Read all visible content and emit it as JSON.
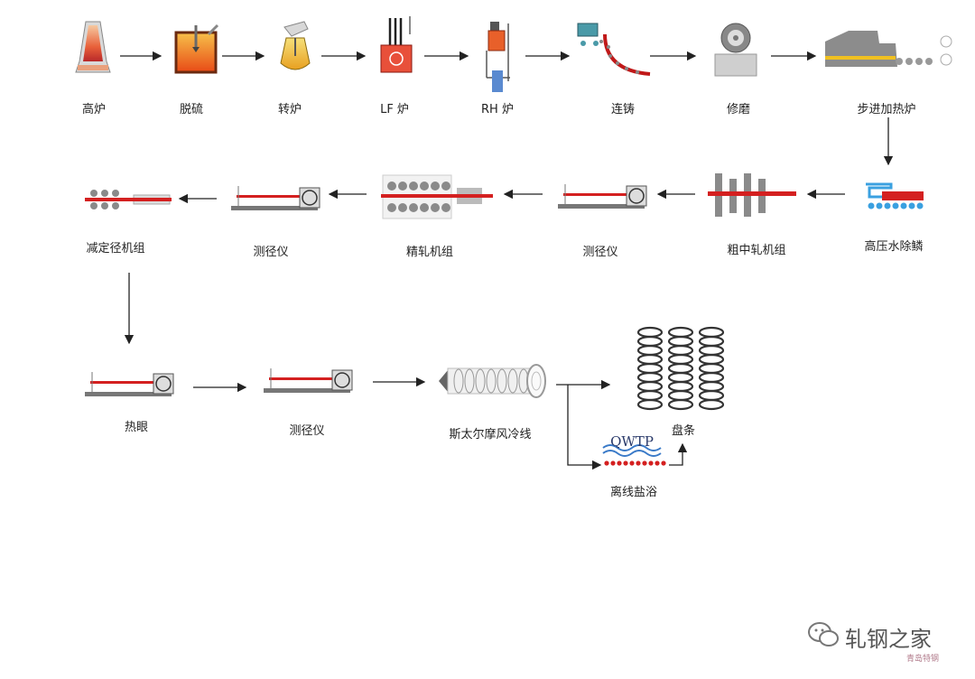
{
  "steps": {
    "blast_furnace": "高炉",
    "desulfurization": "脱硫",
    "converter": "转炉",
    "lf_furnace": "LF 炉",
    "rh_furnace": "RH 炉",
    "continuous_casting": "连铸",
    "grinding": "修磨",
    "walking_beam_furnace": "步进加热炉",
    "descaling": "高压水除鳞",
    "roughing_mill": "粗中轧机组",
    "gauge_1": "测径仪",
    "finishing_mill": "精轧机组",
    "gauge_2": "测径仪",
    "reducing_sizing_mill": "减定径机组",
    "hot_eye": "热眼",
    "gauge_3": "测径仪",
    "stelmor": "斯太尔摩风冷线",
    "coil": "盘条",
    "salt_bath": "离线盐浴"
  },
  "salt_bath_tag": "QWTP",
  "watermark": {
    "text": "轧钢之家",
    "sub": "青岛特钢"
  },
  "colors": {
    "steel_red": "#d42020",
    "arrow": "#222222",
    "machine_gray": "#8a8a8a",
    "water_blue": "#3aa0e0"
  }
}
